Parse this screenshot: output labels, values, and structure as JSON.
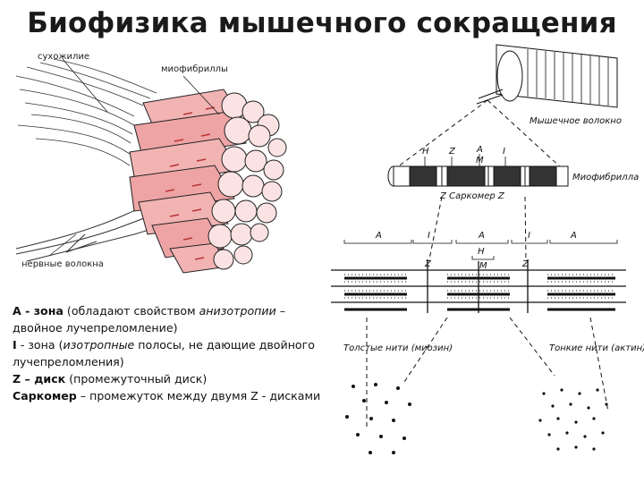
{
  "title": "Биофизика мышечного сокращения",
  "labels": {
    "tendon": "сухожилие",
    "myofibrils": "миофибриллы",
    "nerve_fibers": "нервные волокна",
    "muscle_fiber": "Мышечное волокно",
    "myofibril": "Миофибрилла",
    "sarcomere": "Z Саркомер Z",
    "thick_filaments": "Толстые нити (миозин)",
    "thin_filaments": "Тонкие нити (актин)",
    "band_letters": {
      "H": "H",
      "Z": "Z",
      "A": "A",
      "I": "I",
      "M": "M"
    }
  },
  "description": {
    "a_zone_term": "А - зона",
    "a_zone_text_1": " (обладают свойством ",
    "a_zone_italic": "анизотропии",
    "a_zone_text_2": " – двойное лучепреломление)",
    "i_zone_term": "I",
    "i_zone_text_1": " - зона (",
    "i_zone_italic": "изотропные",
    "i_zone_text_2": " полосы, не дающие двойного лучепреломления)",
    "z_disk_term": "Z – диск",
    "z_disk_text": " (промежуточный диск)",
    "sarcomere_term": "Саркомер",
    "sarcomere_text": " – промежуток между двумя Z - дисками"
  }
}
